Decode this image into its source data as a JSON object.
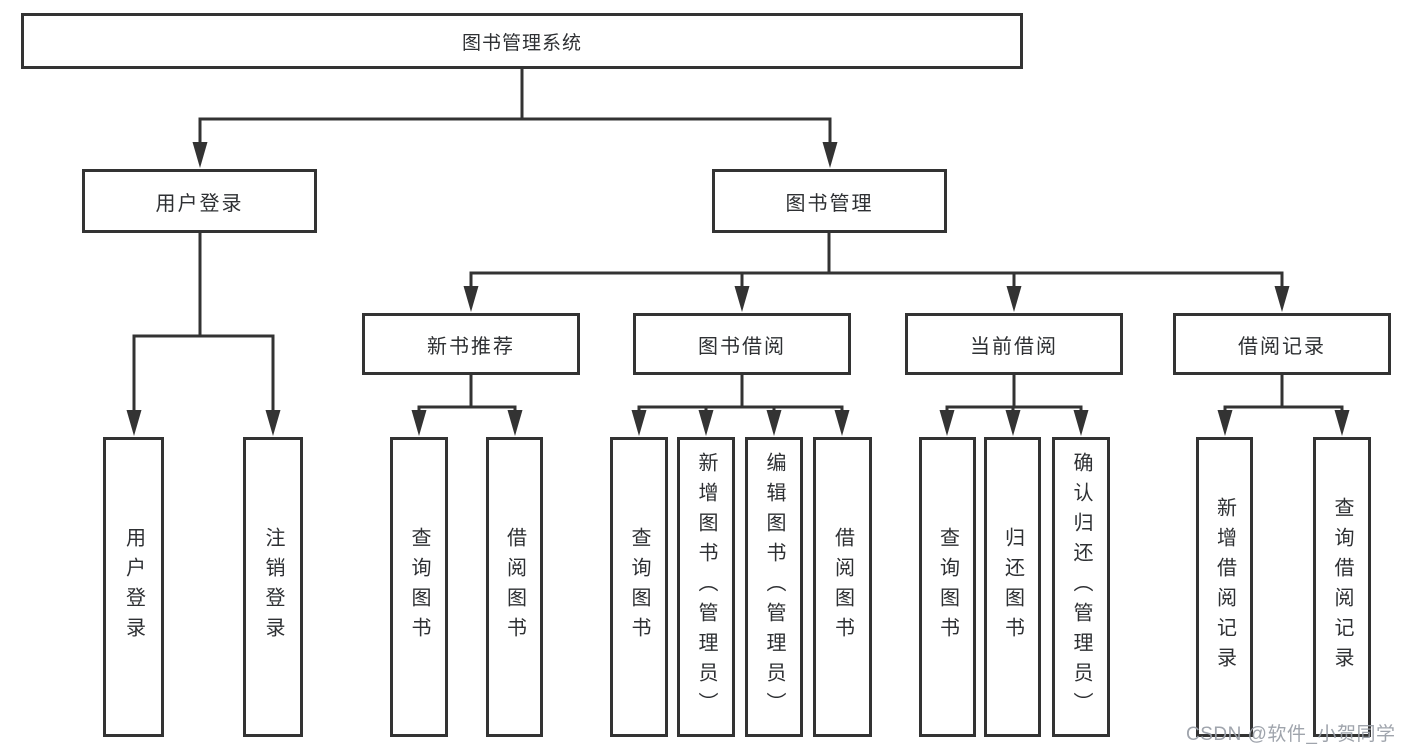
{
  "title": "图书管理系统",
  "watermark": "CSDN @软件_小贺同学",
  "colors": {
    "line": "#333333",
    "box_border": "#333333",
    "text": "#2e3033",
    "watermark": "#9aa0a8",
    "background": "#ffffff"
  },
  "nodes": {
    "root": "图书管理系统",
    "user_login": "用户登录",
    "book_mgmt": "图书管理",
    "new_books": "新书推荐",
    "borrowing": "图书借阅",
    "current": "当前借阅",
    "records": "借阅记录",
    "leaf_user_login": "用户登录",
    "leaf_logout": "注销登录",
    "leaf_nb_query": "查询图书",
    "leaf_nb_borrow": "借阅图书",
    "leaf_bb_query": "查询图书",
    "leaf_bb_add": "新增图书（管理员）",
    "leaf_bb_edit": "编辑图书（管理员）",
    "leaf_bb_borrow": "借阅图书",
    "leaf_cb_query": "查询图书",
    "leaf_cb_return": "归还图书",
    "leaf_cb_confirm": "确认归还（管理员）",
    "leaf_br_add": "新增借阅记录",
    "leaf_br_query": "查询借阅记录"
  },
  "tree": {
    "label": "图书管理系统",
    "children": [
      {
        "label": "用户登录",
        "children": [
          {
            "label": "用户登录"
          },
          {
            "label": "注销登录"
          }
        ]
      },
      {
        "label": "图书管理",
        "children": [
          {
            "label": "新书推荐",
            "children": [
              {
                "label": "查询图书"
              },
              {
                "label": "借阅图书"
              }
            ]
          },
          {
            "label": "图书借阅",
            "children": [
              {
                "label": "查询图书"
              },
              {
                "label": "新增图书（管理员）"
              },
              {
                "label": "编辑图书（管理员）"
              },
              {
                "label": "借阅图书"
              }
            ]
          },
          {
            "label": "当前借阅",
            "children": [
              {
                "label": "查询图书"
              },
              {
                "label": "归还图书"
              },
              {
                "label": "确认归还（管理员）"
              }
            ]
          },
          {
            "label": "借阅记录",
            "children": [
              {
                "label": "新增借阅记录"
              },
              {
                "label": "查询借阅记录"
              }
            ]
          }
        ]
      }
    ]
  }
}
